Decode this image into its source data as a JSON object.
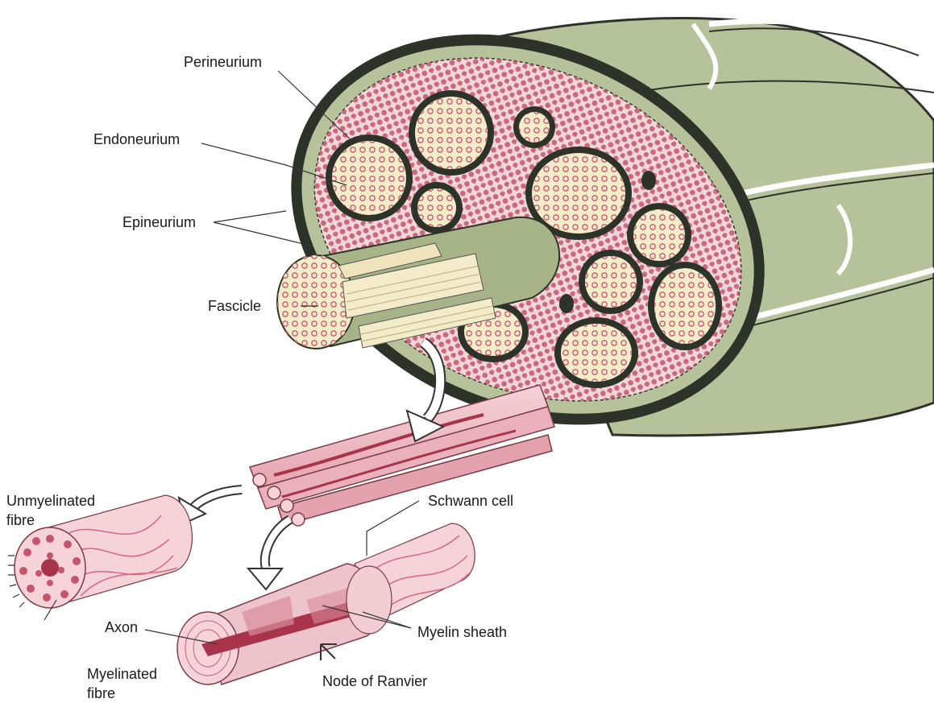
{
  "labels": {
    "perineurium": "Perineurium",
    "endoneurium": "Endoneurium",
    "epineurium": "Epineurium",
    "fascicle": "Fascicle",
    "unmyelinated_line1": "Unmyelinated",
    "unmyelinated_line2": "fibre",
    "schwann_cell": "Schwann cell",
    "axon": "Axon",
    "myelin_sheath": "Myelin sheath",
    "myelinated_line1": "Myelinated",
    "myelinated_line2": "fibre",
    "node_of_ranvier": "Node of Ranvier"
  },
  "colors": {
    "epineurium_green": "#b6c39a",
    "epineurium_dark": "#2e332a",
    "endoneurium_pink": "#f0d7da",
    "fascicle_cream": "#f2ecc8",
    "fibre_red": "#c6546a",
    "fibre_pink": "#eec4cc",
    "axon_dark": "#a8344c"
  }
}
